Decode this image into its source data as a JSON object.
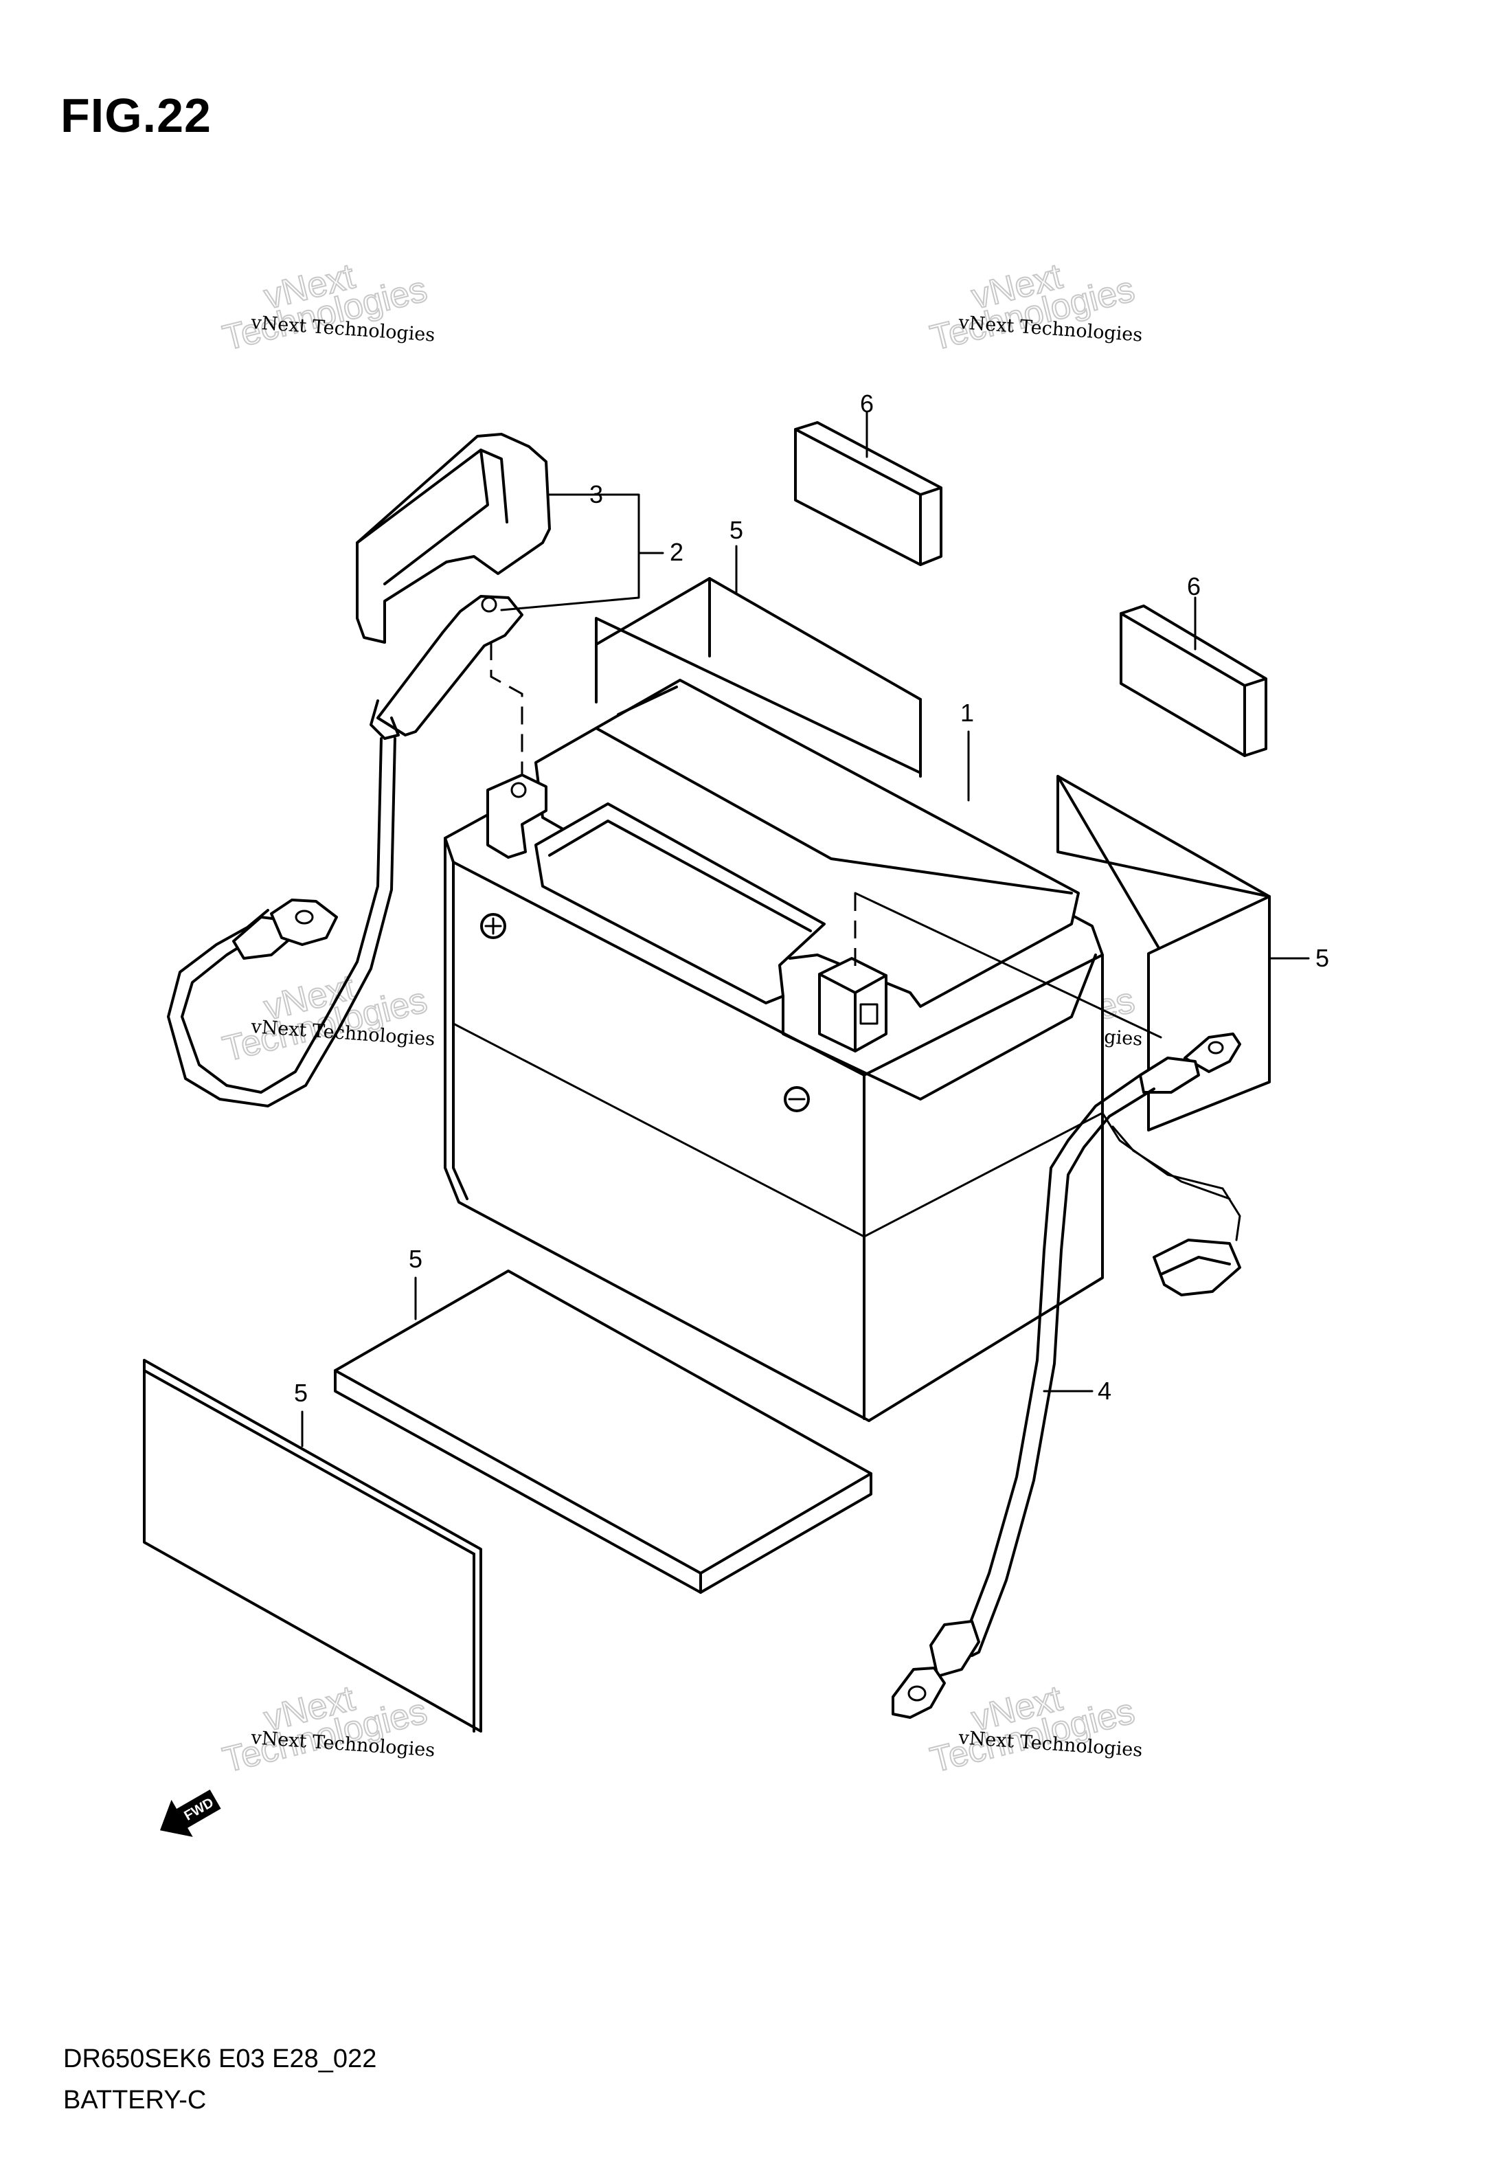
{
  "figure": {
    "title": "FIG.22"
  },
  "callouts": {
    "battery": "1",
    "cable_group": "2",
    "cover": "3",
    "cable_negative": "4",
    "spacer": "5",
    "pad": "6"
  },
  "watermark": {
    "line1": "vNext Technologies",
    "line2": "vNext",
    "line3": "Technologies"
  },
  "fwd_arrow": {
    "label": "FWD"
  },
  "footer": {
    "model_code": "DR650SEK6 E03 E28_022",
    "section": "BATTERY-C"
  }
}
